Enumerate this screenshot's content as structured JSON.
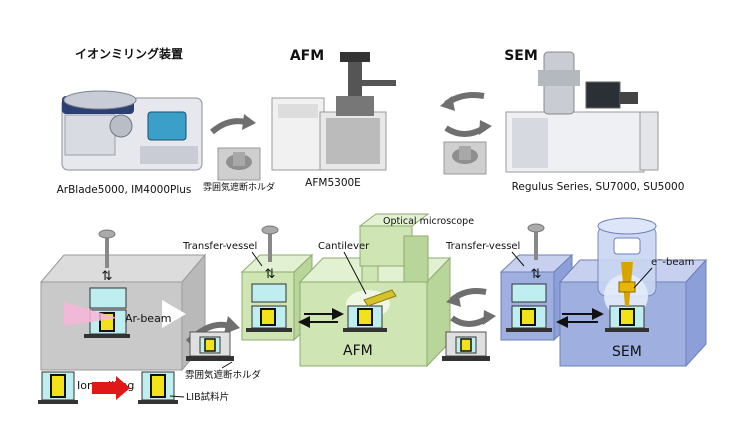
{
  "top": {
    "ion_milling_title": "イオンミリング装置",
    "afm_title": "AFM",
    "sem_title": "SEM",
    "ion_milling_models": "ArBlade5000, IM4000Plus",
    "holder_label": "雰囲気遮断ホルダ",
    "afm_model": "AFM5300E",
    "sem_models": "Regulus Series, SU7000, SU5000"
  },
  "bottom": {
    "ar_beam": "Ar-beam",
    "ion_milling": "Ion milling",
    "transfer_vessel_1": "Transfer-vessel",
    "cantilever": "Cantilever",
    "optical_microscope": "Optical microscope",
    "afm": "AFM",
    "transfer_vessel_2": "Transfer-vessel",
    "ebeam": "e⁻-beam",
    "sem": "SEM",
    "holder_label": "雰囲気遮断ホルダ",
    "lib_sample": "LIB試料片"
  },
  "colors": {
    "gray_block": "#c9c9c9",
    "green_block": "#cfe6b4",
    "blue_block": "#9fb0e0",
    "vessel_cyan": "#bfeef0",
    "sample_yellow": "#f2e21a",
    "arrow_red": "#e01818",
    "arrow_gray": "#6f6f6f"
  }
}
